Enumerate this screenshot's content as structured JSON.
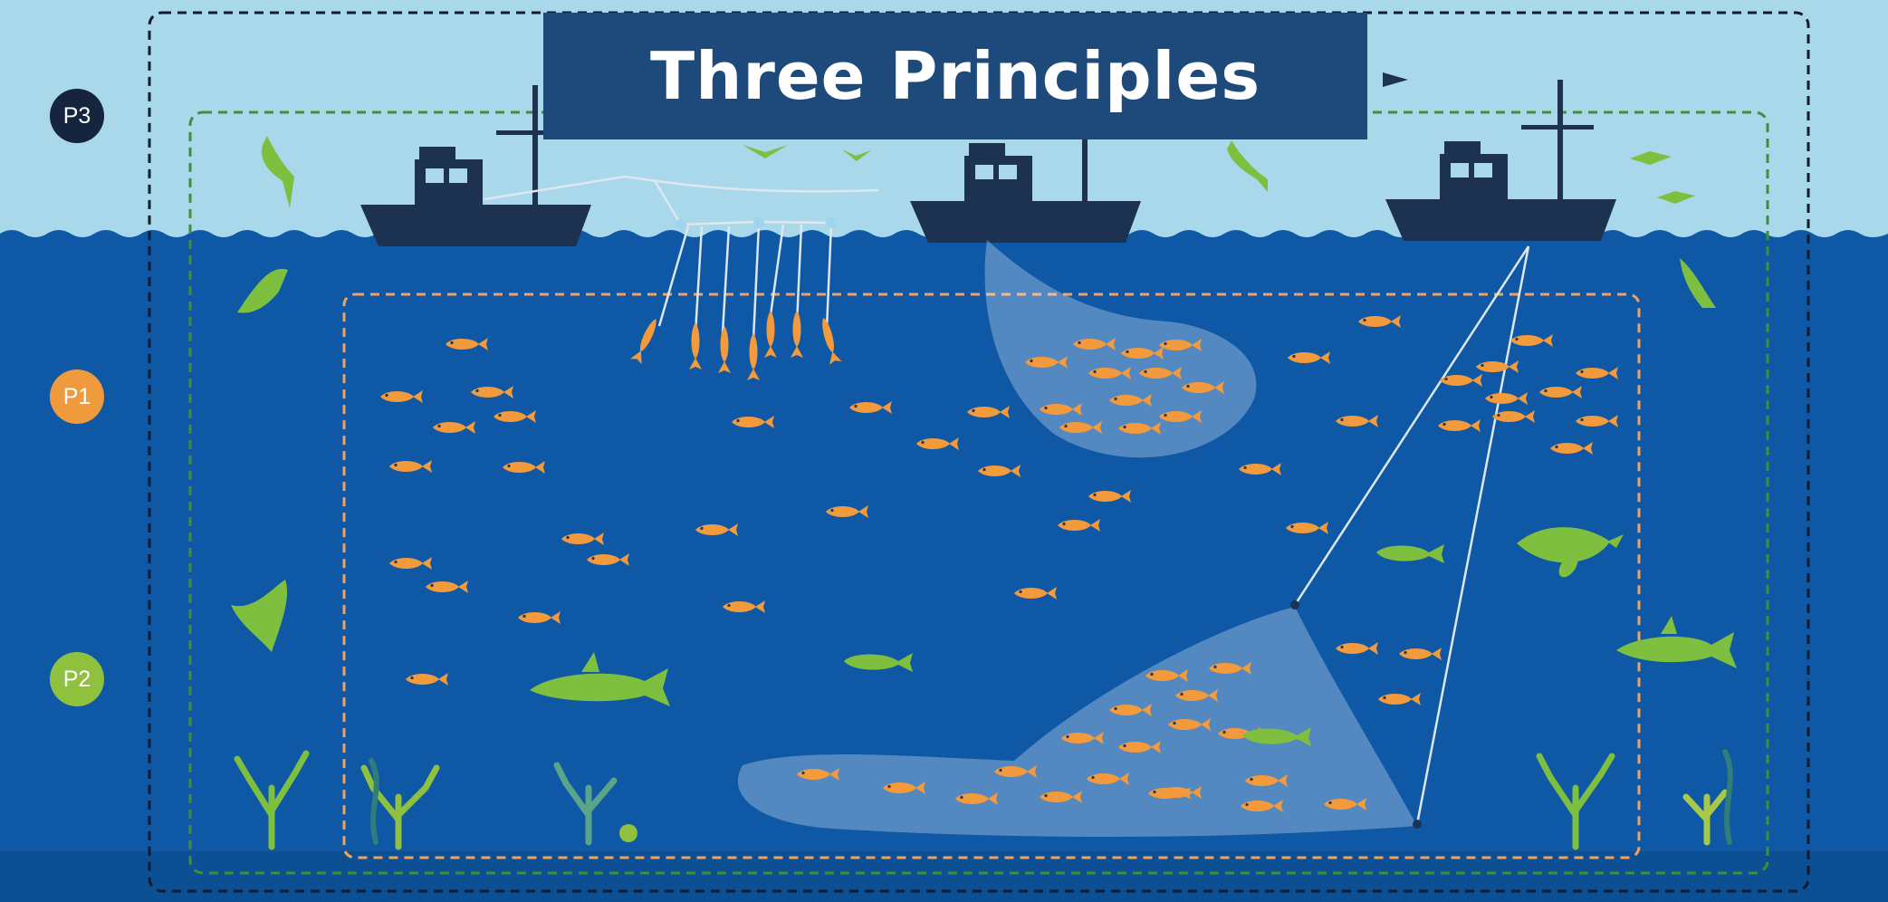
{
  "title": "Three Principles",
  "principles": [
    {
      "label": "P3",
      "color": "#15243f"
    },
    {
      "label": "P1",
      "color": "#ef9a3c"
    },
    {
      "label": "P2",
      "color": "#8fc13e"
    }
  ],
  "colors": {
    "sky": "#a9d8ea",
    "ocean": "#0e58a6",
    "seabed": "#0c4f93",
    "title_box": "#1d4a7a",
    "boat": "#1d3150",
    "target_fish": "#f39a3c",
    "bycatch": "#7fbf3f",
    "net": "#e8f1fa",
    "line": "#dde7f0"
  }
}
